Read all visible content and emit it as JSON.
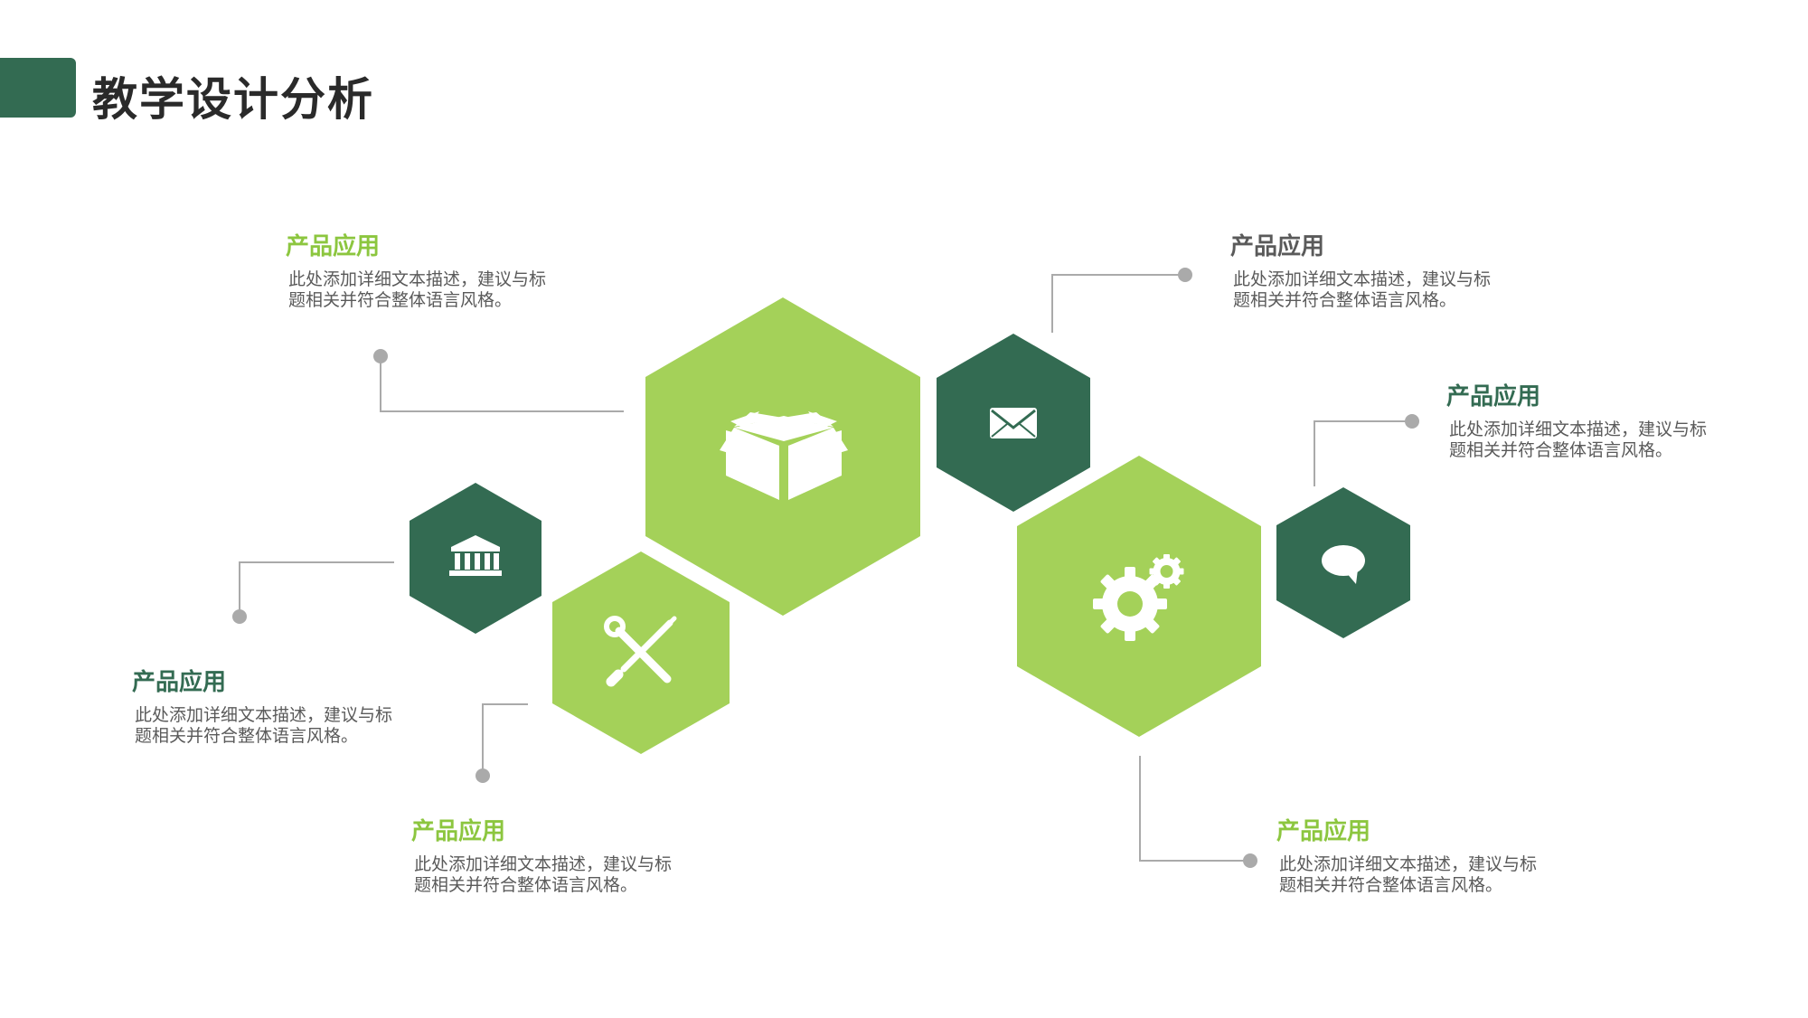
{
  "title": "教学设计分析",
  "colors": {
    "accent_light": "#a4d159",
    "accent_dark": "#336b52",
    "title_light": "#8cc63f",
    "connector": "#aaaaaa",
    "body_text": "#5a5a5a"
  },
  "icons": [
    "open-box-icon",
    "envelope-icon",
    "institution-icon",
    "tools-icon",
    "gears-icon",
    "chat-bubble-icon"
  ],
  "blocks": [
    {
      "title": "产品应用",
      "desc": "此处添加详细文本描述，建议与标题相关并符合整体语言风格。",
      "color": "#8cc63f"
    },
    {
      "title": "产品应用",
      "desc": "此处添加详细文本描述，建议与标题相关并符合整体语言风格。",
      "color": "#5a5a5a"
    },
    {
      "title": "产品应用",
      "desc": "此处添加详细文本描述，建议与标题相关并符合整体语言风格。",
      "color": "#336b52"
    },
    {
      "title": "产品应用",
      "desc": "此处添加详细文本描述，建议与标题相关并符合整体语言风格。",
      "color": "#336b52"
    },
    {
      "title": "产品应用",
      "desc": "此处添加详细文本描述，建议与标题相关并符合整体语言风格。",
      "color": "#8cc63f"
    },
    {
      "title": "产品应用",
      "desc": "此处添加详细文本描述，建议与标题相关并符合整体语言风格。",
      "color": "#8cc63f"
    }
  ]
}
